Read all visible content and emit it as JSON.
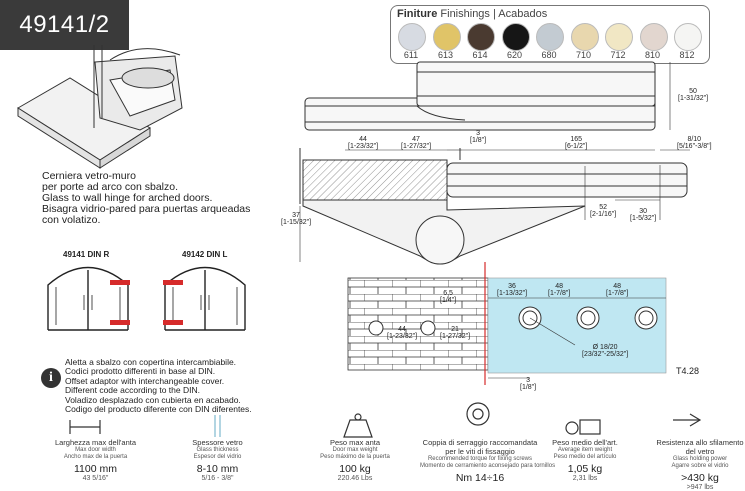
{
  "product": {
    "code": "49141/2"
  },
  "finishes": {
    "title_bold": "Finiture",
    "title_rest": "Finishings | Acabados",
    "items": [
      {
        "code": "611",
        "color": "#d7dbe2"
      },
      {
        "code": "613",
        "color": "#e0c468"
      },
      {
        "code": "614",
        "color": "#4a3a30"
      },
      {
        "code": "620",
        "color": "#161616"
      },
      {
        "code": "680",
        "color": "#c3cbd2"
      },
      {
        "code": "710",
        "color": "#e8d7ae"
      },
      {
        "code": "712",
        "color": "#f1e7c4"
      },
      {
        "code": "810",
        "color": "#e2d6cf"
      },
      {
        "code": "812",
        "color": "#f5f5f3"
      }
    ]
  },
  "description": [
    "Cerniera vetro-muro",
    "per porte ad arco con sbalzo.",
    "Glass to wall hinge for arched doors.",
    "Bisagra vidrio-pared para puertas arqueadas",
    "con volatizo."
  ],
  "doors": {
    "right_label": "49141 DIN R",
    "left_label": "49142 DIN L"
  },
  "note": [
    "Aletta a sbalzo con copertina intercambiabile.",
    "Codici prodotto differenti in base al DIN.",
    "Offset adaptor with interchangeable cover.",
    "Different code according to the DIN.",
    "Voladizo desplazado con cubierta en acabado.",
    "Codigo del producto diferente con DIN diferentes."
  ],
  "dimensions": {
    "d50": "50",
    "d50_in": "[1-31/32\"]",
    "d44": "44",
    "d44_in": "[1-23/32\"]",
    "d47": "47",
    "d47_in": "[1-27/32\"]",
    "d3": "3",
    "d3_in": "[1/8\"]",
    "d165": "165",
    "d165_in": "[6-1/2\"]",
    "d810": "8/10",
    "d810_in": "[5/16\"-3/8\"]",
    "d37": "37",
    "d37_in": "[1-15/32\"]",
    "d52": "52",
    "d52_in": "[2-1/16\"]",
    "d30": "30",
    "d30_in": "[1-5/32\"]",
    "d36": "36",
    "d36_in": "[1-13/32\"]",
    "d48a": "48",
    "d48a_in": "[1-7/8\"]",
    "d48b": "48",
    "d48b_in": "[1-7/8\"]",
    "d65": "6.5",
    "d65_in": "[1/4\"]",
    "d44b": "44",
    "d44b_in": "[1-23/32\"]",
    "d21": "21",
    "d21_in": "[1-27/32\"]",
    "dhole": "Ø 18/20",
    "dhole_in": "[23/32\"-25/32\"]",
    "d3b": "3",
    "d3b_in": "[1/8\"]",
    "ref": "T4.28"
  },
  "specs": [
    {
      "l1": "Larghezza max dell'anta",
      "l2": "Max door width",
      "l3": "Ancho max de la puerta",
      "val": "1100 mm",
      "sub": "43 5/16\""
    },
    {
      "l1": "Spessore vetro",
      "l2": "Glass thickness",
      "l3": "Espesor del vidrio",
      "val": "8-10 mm",
      "sub": "5/16 - 3/8\""
    },
    {
      "l1": "Peso max anta",
      "l2": "Door max weight",
      "l3": "Peso máximo de la puerta",
      "val": "100 kg",
      "sub": "220.46 Lbs"
    },
    {
      "l1": "Coppia di serraggio raccomandata per le viti di fissaggio",
      "l2": "Recommended torque for fixing screws",
      "l3": "Momento de cerramiento aconsejado para tornillos",
      "val": "Nm 14÷16",
      "sub": ""
    },
    {
      "l1": "Peso medio dell'art.",
      "l2": "Average item weight",
      "l3": "Peso medio del artículo",
      "val": "1,05 kg",
      "sub": "2,31 lbs"
    },
    {
      "l1": "Resistenza allo sfilamento del vetro",
      "l2": "Glass holding power",
      "l3": "Agarre sobre el vidrio",
      "val": ">430 kg",
      "sub": ">947 lbs"
    }
  ]
}
